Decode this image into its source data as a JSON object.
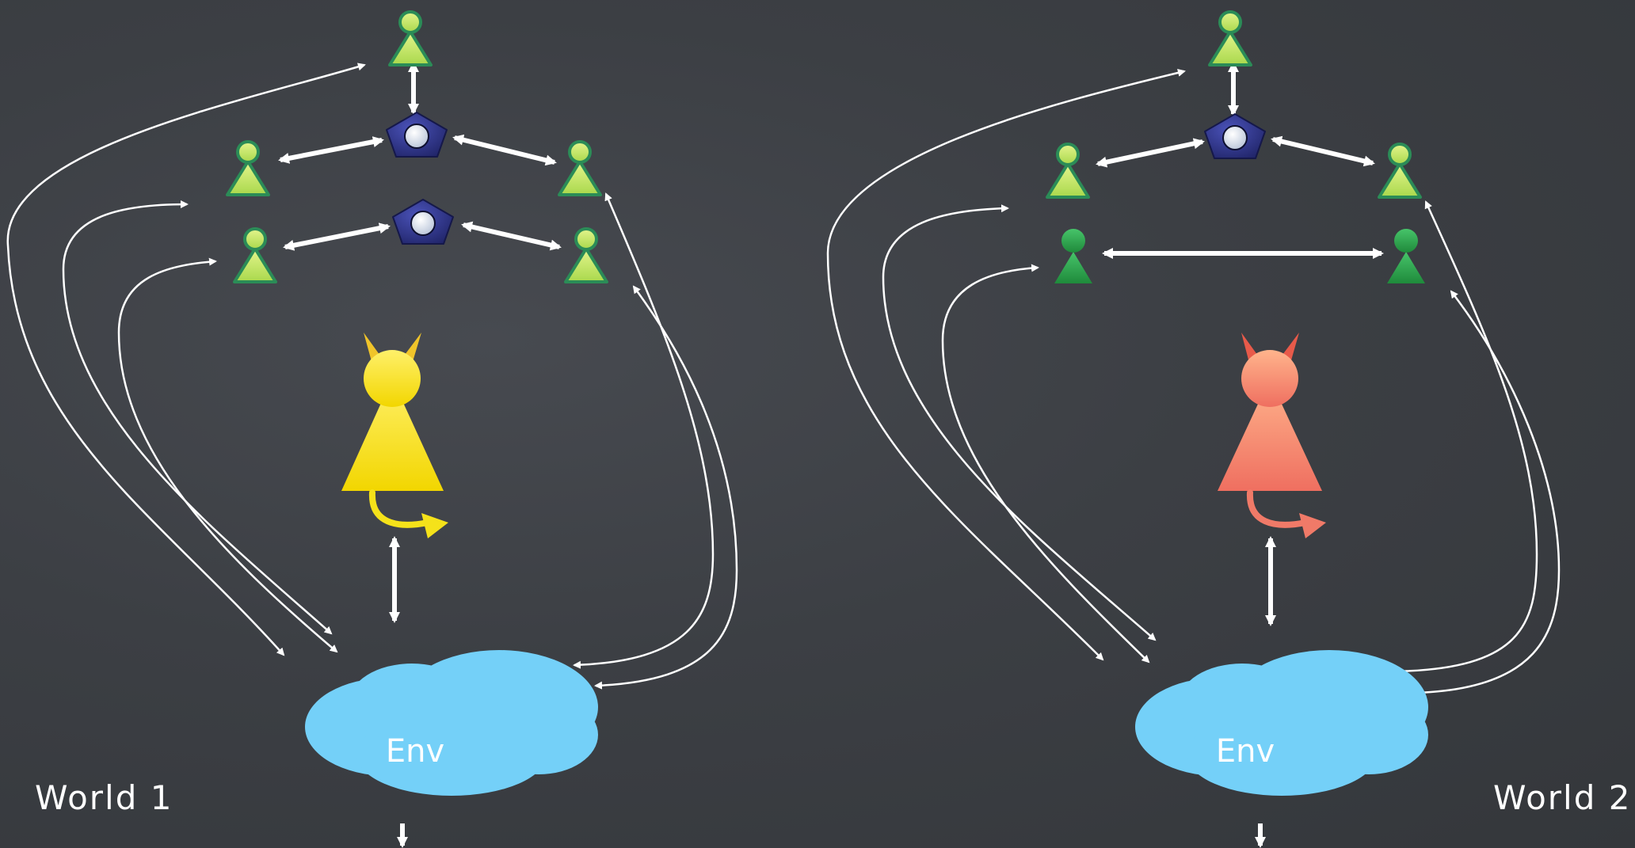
{
  "worlds": [
    {
      "label": "World 1",
      "env_label": "Env",
      "adversary_color": "#f5e21a"
    },
    {
      "label": "World 2",
      "env_label": "Env",
      "adversary_color": "#f08a70"
    }
  ],
  "colors": {
    "background": "#3c3f44",
    "party_honest": "#c8e86a",
    "party_corrupted": "#2e9e4c",
    "functionality": "#2b2f7a",
    "env": "#74d0f8",
    "arrows": "#ffffff"
  }
}
